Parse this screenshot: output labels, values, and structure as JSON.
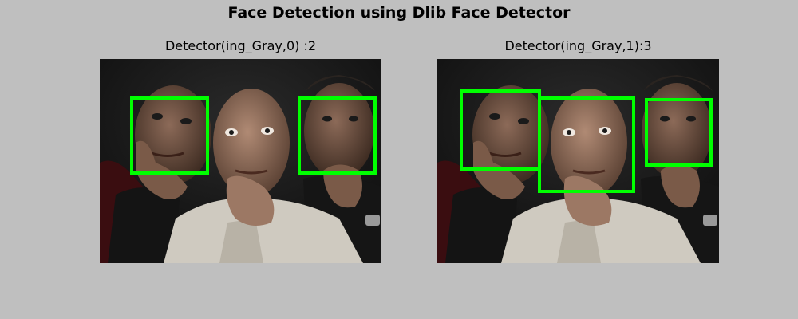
{
  "figure": {
    "title": "Face Detection using Dlib Face Detector"
  },
  "panels": [
    {
      "title": "Detector(ing_Gray,0) :2",
      "detected_faces": 2
    },
    {
      "title": "Detector(ing_Gray,1):3",
      "detected_faces": 3
    }
  ],
  "colors": {
    "background": "#bfbfbf",
    "box": "#00ff00"
  }
}
